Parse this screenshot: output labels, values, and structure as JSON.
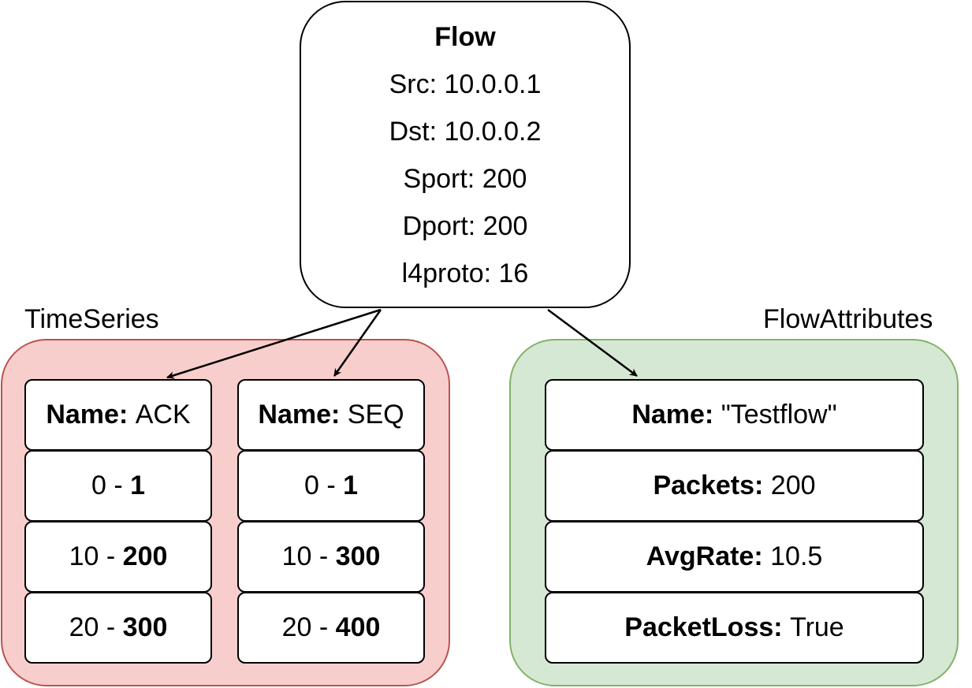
{
  "flow": {
    "title": "Flow",
    "src": "Src: 10.0.0.1",
    "dst": "Dst: 10.0.0.2",
    "sport": "Sport: 200",
    "dport": "Dport: 200",
    "l4proto": "l4proto: 16"
  },
  "timeseries": {
    "label": "TimeSeries",
    "fill": "#f8cecc",
    "stroke": "#b85450",
    "columns": [
      {
        "name_key": "Name:",
        "name_value": "ACK",
        "rows": [
          {
            "x": "0 - ",
            "y": "1"
          },
          {
            "x": "10 - ",
            "y": "200"
          },
          {
            "x": "20 - ",
            "y": "300"
          }
        ]
      },
      {
        "name_key": "Name:",
        "name_value": "SEQ",
        "rows": [
          {
            "x": "0 - ",
            "y": "1"
          },
          {
            "x": "10 - ",
            "y": "300"
          },
          {
            "x": "20 - ",
            "y": "400"
          }
        ]
      }
    ]
  },
  "flowattributes": {
    "label": "FlowAttributes",
    "fill": "#d5e8d4",
    "stroke": "#82b366",
    "rows": [
      {
        "key": "Name:",
        "value": "\"Testflow\""
      },
      {
        "key": "Packets:",
        "value": "200"
      },
      {
        "key": "AvgRate:",
        "value": "10.5"
      },
      {
        "key": "PacketLoss:",
        "value": "True"
      }
    ]
  }
}
